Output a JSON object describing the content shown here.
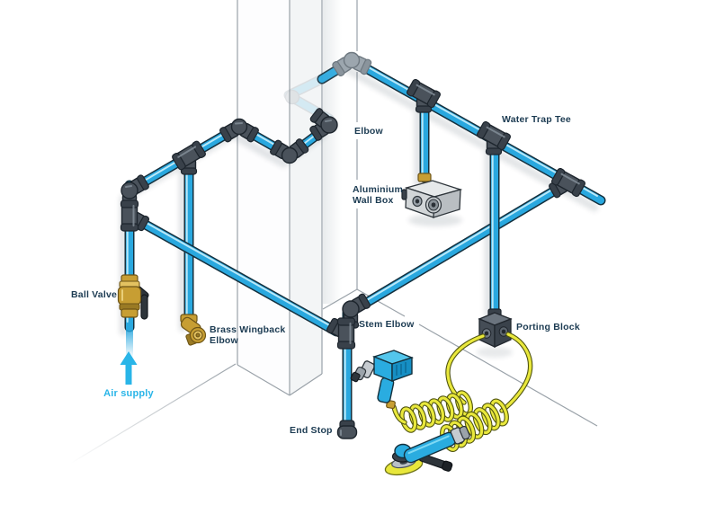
{
  "diagram": {
    "type": "isometric-pipework-illustration",
    "labels": {
      "ball_valve": "Ball Valve",
      "air_supply": "Air supply",
      "brass_wingback_elbow_line1": "Brass Wingback",
      "brass_wingback_elbow_line2": "Elbow",
      "end_stop": "End Stop",
      "stem_elbow": "Stem Elbow",
      "porting_block": "Porting Block",
      "elbow": "Elbow",
      "aluminium_wall_box_line1": "Aluminium",
      "aluminium_wall_box_line2": "Wall Box",
      "water_trap_tee": "Water Trap Tee"
    },
    "colors": {
      "pipe_blue": "#29A8DF",
      "pipe_outline": "#14303E",
      "fitting_gray": "#4A525B",
      "brass": "#C79E33",
      "hose_yellow": "#E9E83C",
      "tool_cyan": "#2AACE0",
      "label_text": "#1C3B52",
      "air_supply_cyan": "#29B5E8"
    }
  }
}
